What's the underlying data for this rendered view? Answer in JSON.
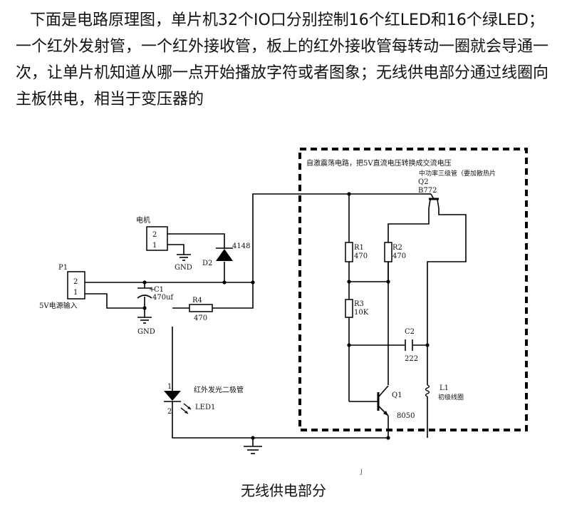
{
  "intro_text": "下面是电路原理图，单片机32个IO口分别控制16个红LED和16个绿LED；一个红外发射管，一个红外接收管，板上的红外接收管每转动一圈就会导通一次，让单片机知道从哪一点开始播放字符或者图象；无线供电部分通过线圈向主板供电，相当于变压器的",
  "caption": "无线供电部分",
  "tick_mark": "J",
  "schematic": {
    "box_label_1": "自激震荡电路，把5V直流电压转换成交流电压",
    "box_label_2": "中功率三级管（要加散热片",
    "q2_name": "Q2",
    "q2_part": "B772",
    "r1_name": "R1",
    "r1_value": "470",
    "r2_name": "R2",
    "r2_value": "470",
    "r3_name": "R3",
    "r3_value": "10K",
    "c2_name": "C2",
    "c2_value": "222",
    "l1_name": "L1",
    "l1_desc": "初级线圈",
    "q1_name": "Q1",
    "q1_part": "8050",
    "motor_label": "电机",
    "motor_pin2": "2",
    "motor_pin1": "1",
    "gnd_label": "GND",
    "d2_name": "D2",
    "d2_part": "4148",
    "p1_name": "P1",
    "p1_pin2": "2",
    "p1_pin1": "1",
    "p1_desc": "5V电源输入",
    "c1_name": "C1",
    "c1_value": "470uf",
    "c1_plus": "+",
    "r4_name": "R4",
    "r4_value": "470",
    "led_desc": "红外发光二极管",
    "led_name": "LED1",
    "led_pin1": "1",
    "led_pin2": "2"
  }
}
